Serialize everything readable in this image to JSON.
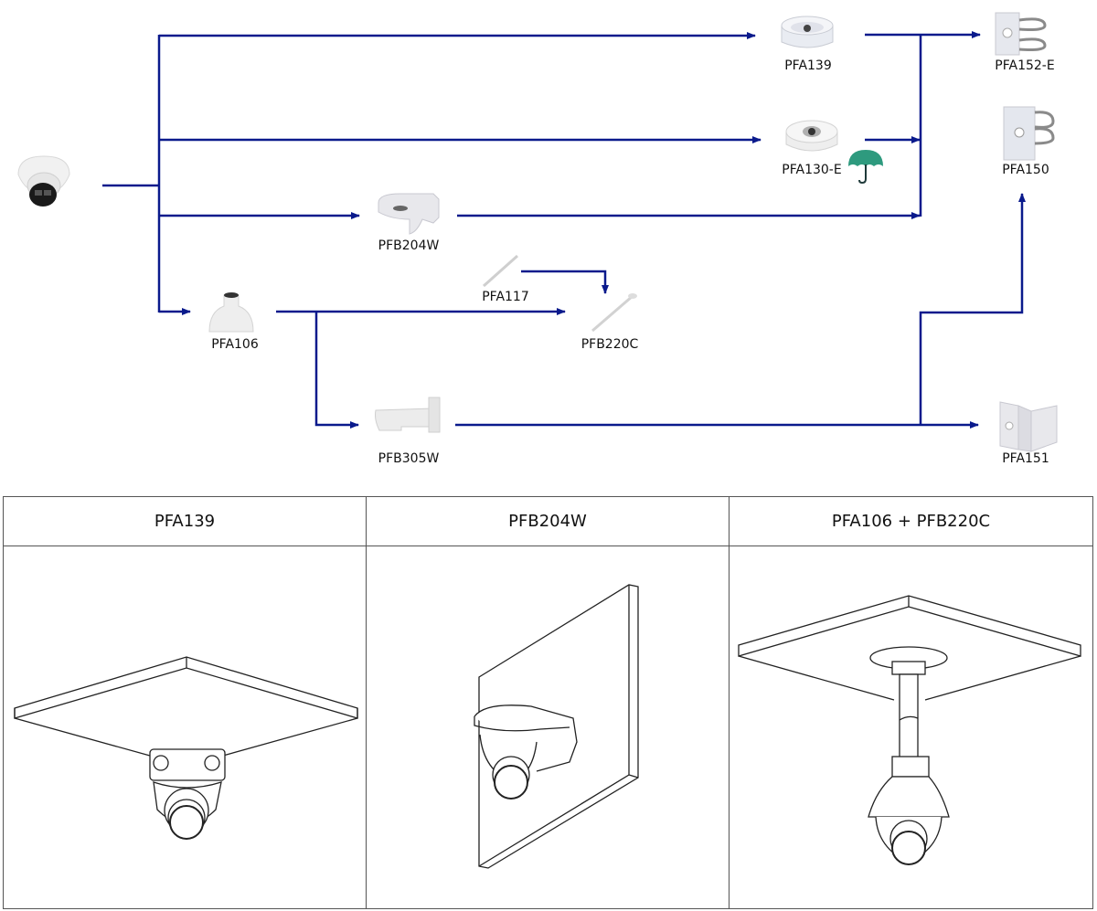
{
  "diagram": {
    "line_color": "#0a1a8c",
    "source": {
      "name": "Eyeball dome camera",
      "icon": "dome-camera-icon"
    },
    "products": [
      {
        "id": "PFA139",
        "label": "PFA139",
        "icon": "junction-box-icon"
      },
      {
        "id": "PFA130-E",
        "label": "PFA130-E",
        "icon": "junction-box-icon",
        "badge": "umbrella-icon",
        "badge_color": "#2e9a7e"
      },
      {
        "id": "PFB204W",
        "label": "PFB204W",
        "icon": "wall-mount-bracket-icon"
      },
      {
        "id": "PFA106",
        "label": "PFA106",
        "icon": "mount-adapter-icon"
      },
      {
        "id": "PFA117",
        "label": "PFA117",
        "icon": "extension-pole-icon"
      },
      {
        "id": "PFB220C",
        "label": "PFB220C",
        "icon": "ceiling-pole-icon"
      },
      {
        "id": "PFB305W",
        "label": "PFB305W",
        "icon": "wall-bracket-icon"
      },
      {
        "id": "PFA152-E",
        "label": "PFA152-E",
        "icon": "pole-mount-icon"
      },
      {
        "id": "PFA150",
        "label": "PFA150",
        "icon": "pole-mount-icon"
      },
      {
        "id": "PFA151",
        "label": "PFA151",
        "icon": "corner-mount-icon"
      }
    ],
    "connections": [
      [
        "camera",
        "PFA139"
      ],
      [
        "camera",
        "PFA130-E"
      ],
      [
        "camera",
        "PFB204W"
      ],
      [
        "camera",
        "PFA106"
      ],
      [
        "PFA106",
        "PFB220C"
      ],
      [
        "PFA106",
        "PFB305W"
      ],
      [
        "PFA117",
        "PFB220C"
      ],
      [
        "PFA139",
        "PFA152-E"
      ],
      [
        "PFA130-E",
        "PFA152-E"
      ],
      [
        "PFB204W",
        "PFA152-E"
      ],
      [
        "PFB305W",
        "PFA151"
      ],
      [
        "PFB305W",
        "PFA150"
      ]
    ]
  },
  "table": {
    "columns": [
      {
        "header": "PFA139",
        "illustration": "ceiling-mount-junction-box-drawing"
      },
      {
        "header": "PFB204W",
        "illustration": "wall-mount-bracket-drawing"
      },
      {
        "header": "PFA106 + PFB220C",
        "illustration": "pendant-ceiling-mount-drawing"
      }
    ]
  }
}
